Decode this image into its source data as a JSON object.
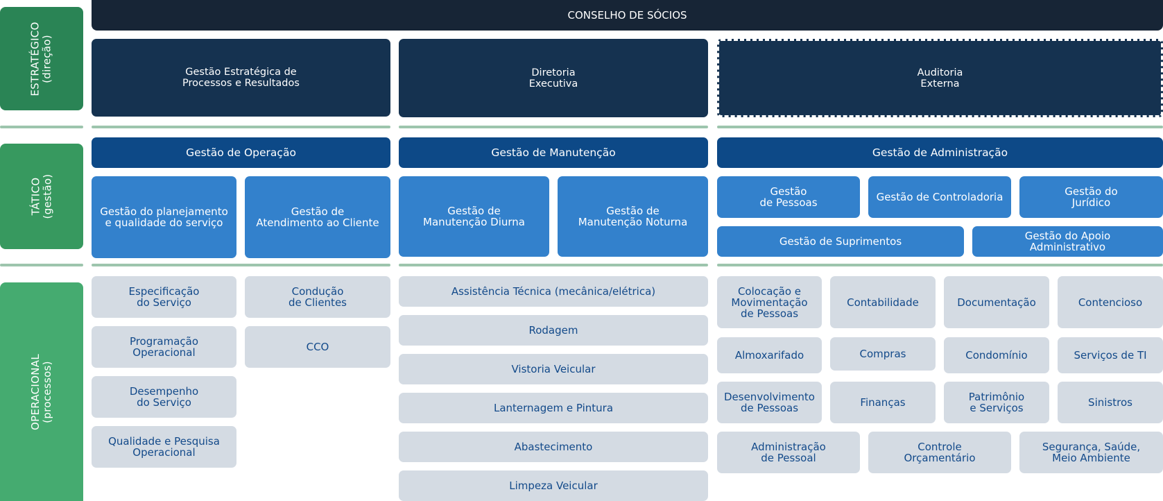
{
  "levels": {
    "strategic": "ESTRATÉGICO\n(direção)",
    "tactical": "TÁTICO\n(gestão)",
    "operational": "OPERACIONAL\n(processos)"
  },
  "board": "CONSELHO DE SÓCIOS",
  "strategic": {
    "process_management": "Gestão Estratégica de\nProcessos e Resultados",
    "executive_board": "Diretoria\nExecutiva",
    "external_audit": "Auditoria\nExterna"
  },
  "tactical": {
    "operation": {
      "header": "Gestão de Operação",
      "subs": [
        "Gestão do planejamento\ne qualidade do serviço",
        "Gestão de\nAtendimento ao Cliente"
      ]
    },
    "maintenance": {
      "header": "Gestão de Manutenção",
      "subs": [
        "Gestão de\nManutenção Diurna",
        "Gestão de\nManutenção Noturna"
      ]
    },
    "administration": {
      "header": "Gestão de Administração",
      "subs_row1": [
        "Gestão\nde Pessoas",
        "Gestão de Controladoria",
        "Gestão do\nJurídico"
      ],
      "subs_row2": [
        "Gestão de Suprimentos",
        "Gestão do Apoio\nAdministrativo"
      ]
    }
  },
  "operational": {
    "operation_left": [
      "Especificação\ndo Serviço",
      "Programação\nOperacional",
      "Desempenho\ndo Serviço",
      "Qualidade e Pesquisa\nOperacional"
    ],
    "operation_right": [
      "Condução\nde Clientes",
      "CCO"
    ],
    "maintenance": [
      "Assistência Técnica (mecânica/elétrica)",
      "Rodagem",
      "Vistoria Veicular",
      "Lanternagem e Pintura",
      "Abastecimento",
      "Limpeza Veicular"
    ],
    "administration_grid": [
      [
        "Colocação e\nMovimentação\nde Pessoas",
        "Contabilidade",
        "Documentação",
        "Contencioso"
      ],
      [
        "Almoxarifado",
        "Compras",
        "Condomínio",
        "Serviços de TI"
      ],
      [
        "Desenvolvimento\nde Pessoas",
        "Finanças",
        "Patrimônio\ne Serviços",
        "Sinistros"
      ]
    ],
    "administration_last_row": [
      "Administração\nde Pessoal",
      "Controle\nOrçamentário",
      "Segurança, Saúde,\nMeio Ambiente"
    ]
  },
  "colors": {
    "level_green": "#2e8b57",
    "board_bg": "#172536",
    "strategic_bg": "#153250",
    "tactical_header_bg": "#0d4987",
    "tactical_sub_bg": "#3381cc",
    "operational_bg": "#d4dbe3",
    "operational_text": "#134a8a",
    "separator": "#9dc5ad"
  }
}
